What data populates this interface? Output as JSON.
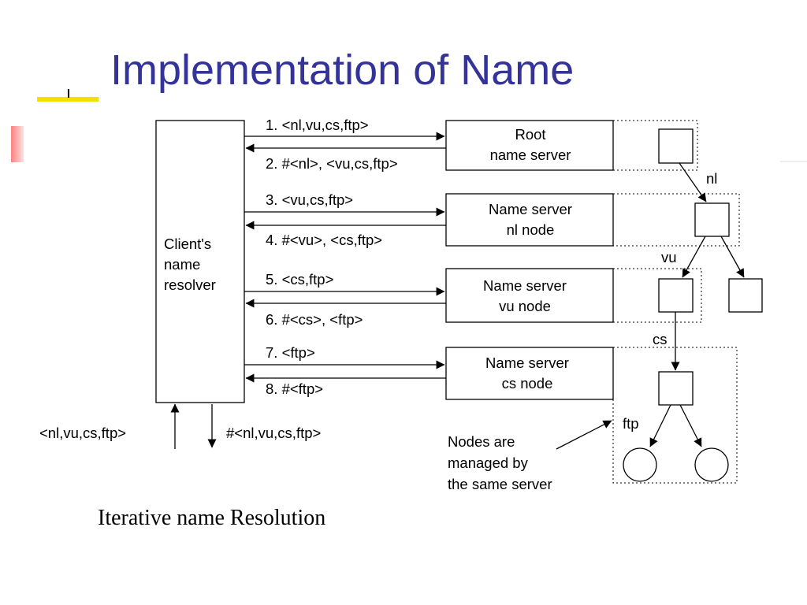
{
  "title": "Implementation of Name",
  "caption": "Iterative name Resolution",
  "colors": {
    "title": "#333399",
    "accent_yellow": "#f2e000",
    "accent_red": "#ff9999"
  },
  "diagram": {
    "client_resolver": [
      "Client's",
      "name",
      "resolver"
    ],
    "input_label": "<nl,vu,cs,ftp>",
    "output_label": "#<nl,vu,cs,ftp>",
    "servers": [
      {
        "line1": "Root",
        "line2": "name server"
      },
      {
        "line1": "Name server",
        "line2": "nl node"
      },
      {
        "line1": "Name server",
        "line2": "vu node"
      },
      {
        "line1": "Name server",
        "line2": "cs node"
      }
    ],
    "messages": [
      "1. <nl,vu,cs,ftp>",
      "2. #<nl>, <vu,cs,ftp>",
      "3. <vu,cs,ftp>",
      "4. #<vu>, <cs,ftp>",
      "5. <cs,ftp>",
      "6. #<cs>, <ftp>",
      "7. <ftp>",
      "8. #<ftp>"
    ],
    "edge_labels": {
      "nl": "nl",
      "vu": "vu",
      "cs": "cs",
      "ftp": "ftp"
    },
    "note": [
      "Nodes are",
      "managed by",
      "the same server"
    ]
  }
}
